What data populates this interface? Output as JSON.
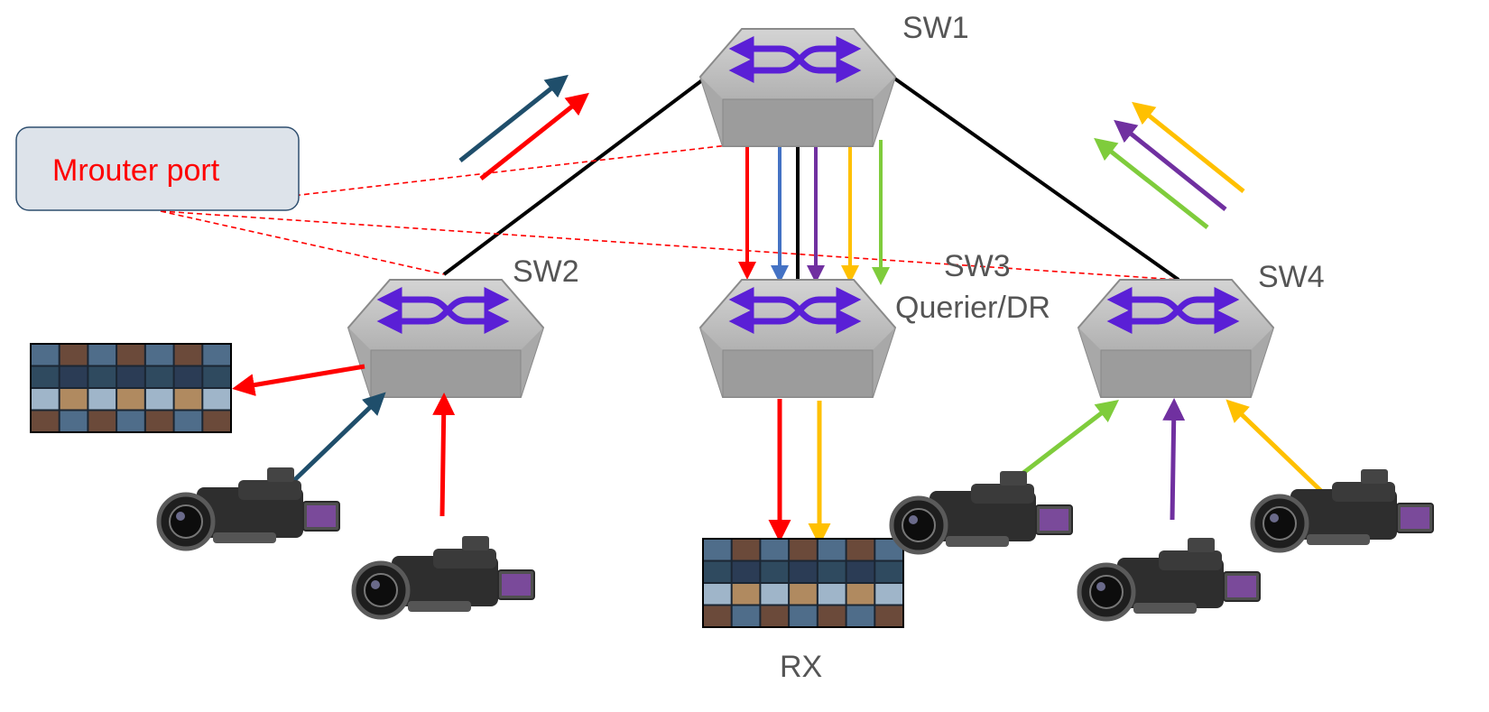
{
  "callout": {
    "text": "Mrouter port"
  },
  "switches": {
    "sw1": {
      "label": "SW1"
    },
    "sw2": {
      "label": "SW2"
    },
    "sw3": {
      "label": "SW3",
      "sublabel": "Querier/DR"
    },
    "sw4": {
      "label": "SW4"
    }
  },
  "receiver": {
    "label": "RX"
  },
  "colors": {
    "red": "#ff0000",
    "navy": "#1f4e6b",
    "blue": "#4472c4",
    "purple": "#7030a0",
    "orange": "#ffc000",
    "green": "#7fcc3c",
    "switch_accent": "#5a1fd6"
  },
  "icons": [
    "switch-icon",
    "camera-icon",
    "video-wall-icon"
  ]
}
